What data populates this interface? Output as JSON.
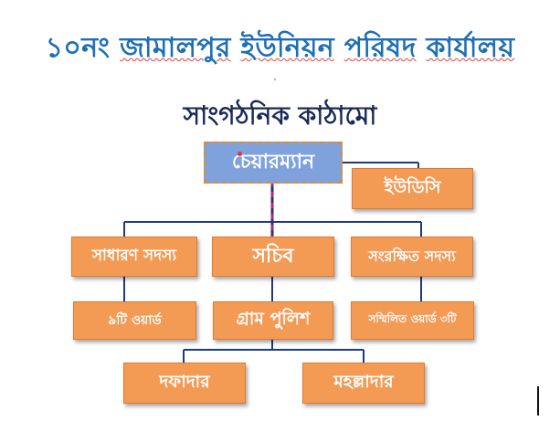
{
  "header": {
    "num": "১০নং",
    "w1": "জামালপুর",
    "w2": "ইউনিয়ন",
    "w3": "পরিষদ",
    "w4": "কার্যালয়"
  },
  "subtitle": "সাংগঠনিক কাঠামো",
  "nodes": {
    "chairman": "চেয়ারম্যান",
    "udc": "ইউডিসি",
    "general_member": "সাধারণ সদস্য",
    "secretary": "সচিব",
    "reserved_member": "সংরক্ষিত সদস্য",
    "ward9": "৯টি ওয়ার্ড",
    "village_police": "গ্রাম পুলিশ",
    "combined_ward": "সম্মিলিত ওয়ার্ড ৩টি",
    "dafadar": "দফাদার",
    "mahalladar": "মহল্লাদার"
  },
  "colors": {
    "title": "#1e6fb3",
    "subtitle": "#1a2a55",
    "box_fill": "#f39a55",
    "chairman_fill": "#7fa2dd",
    "connector": "#1f3a7a"
  }
}
